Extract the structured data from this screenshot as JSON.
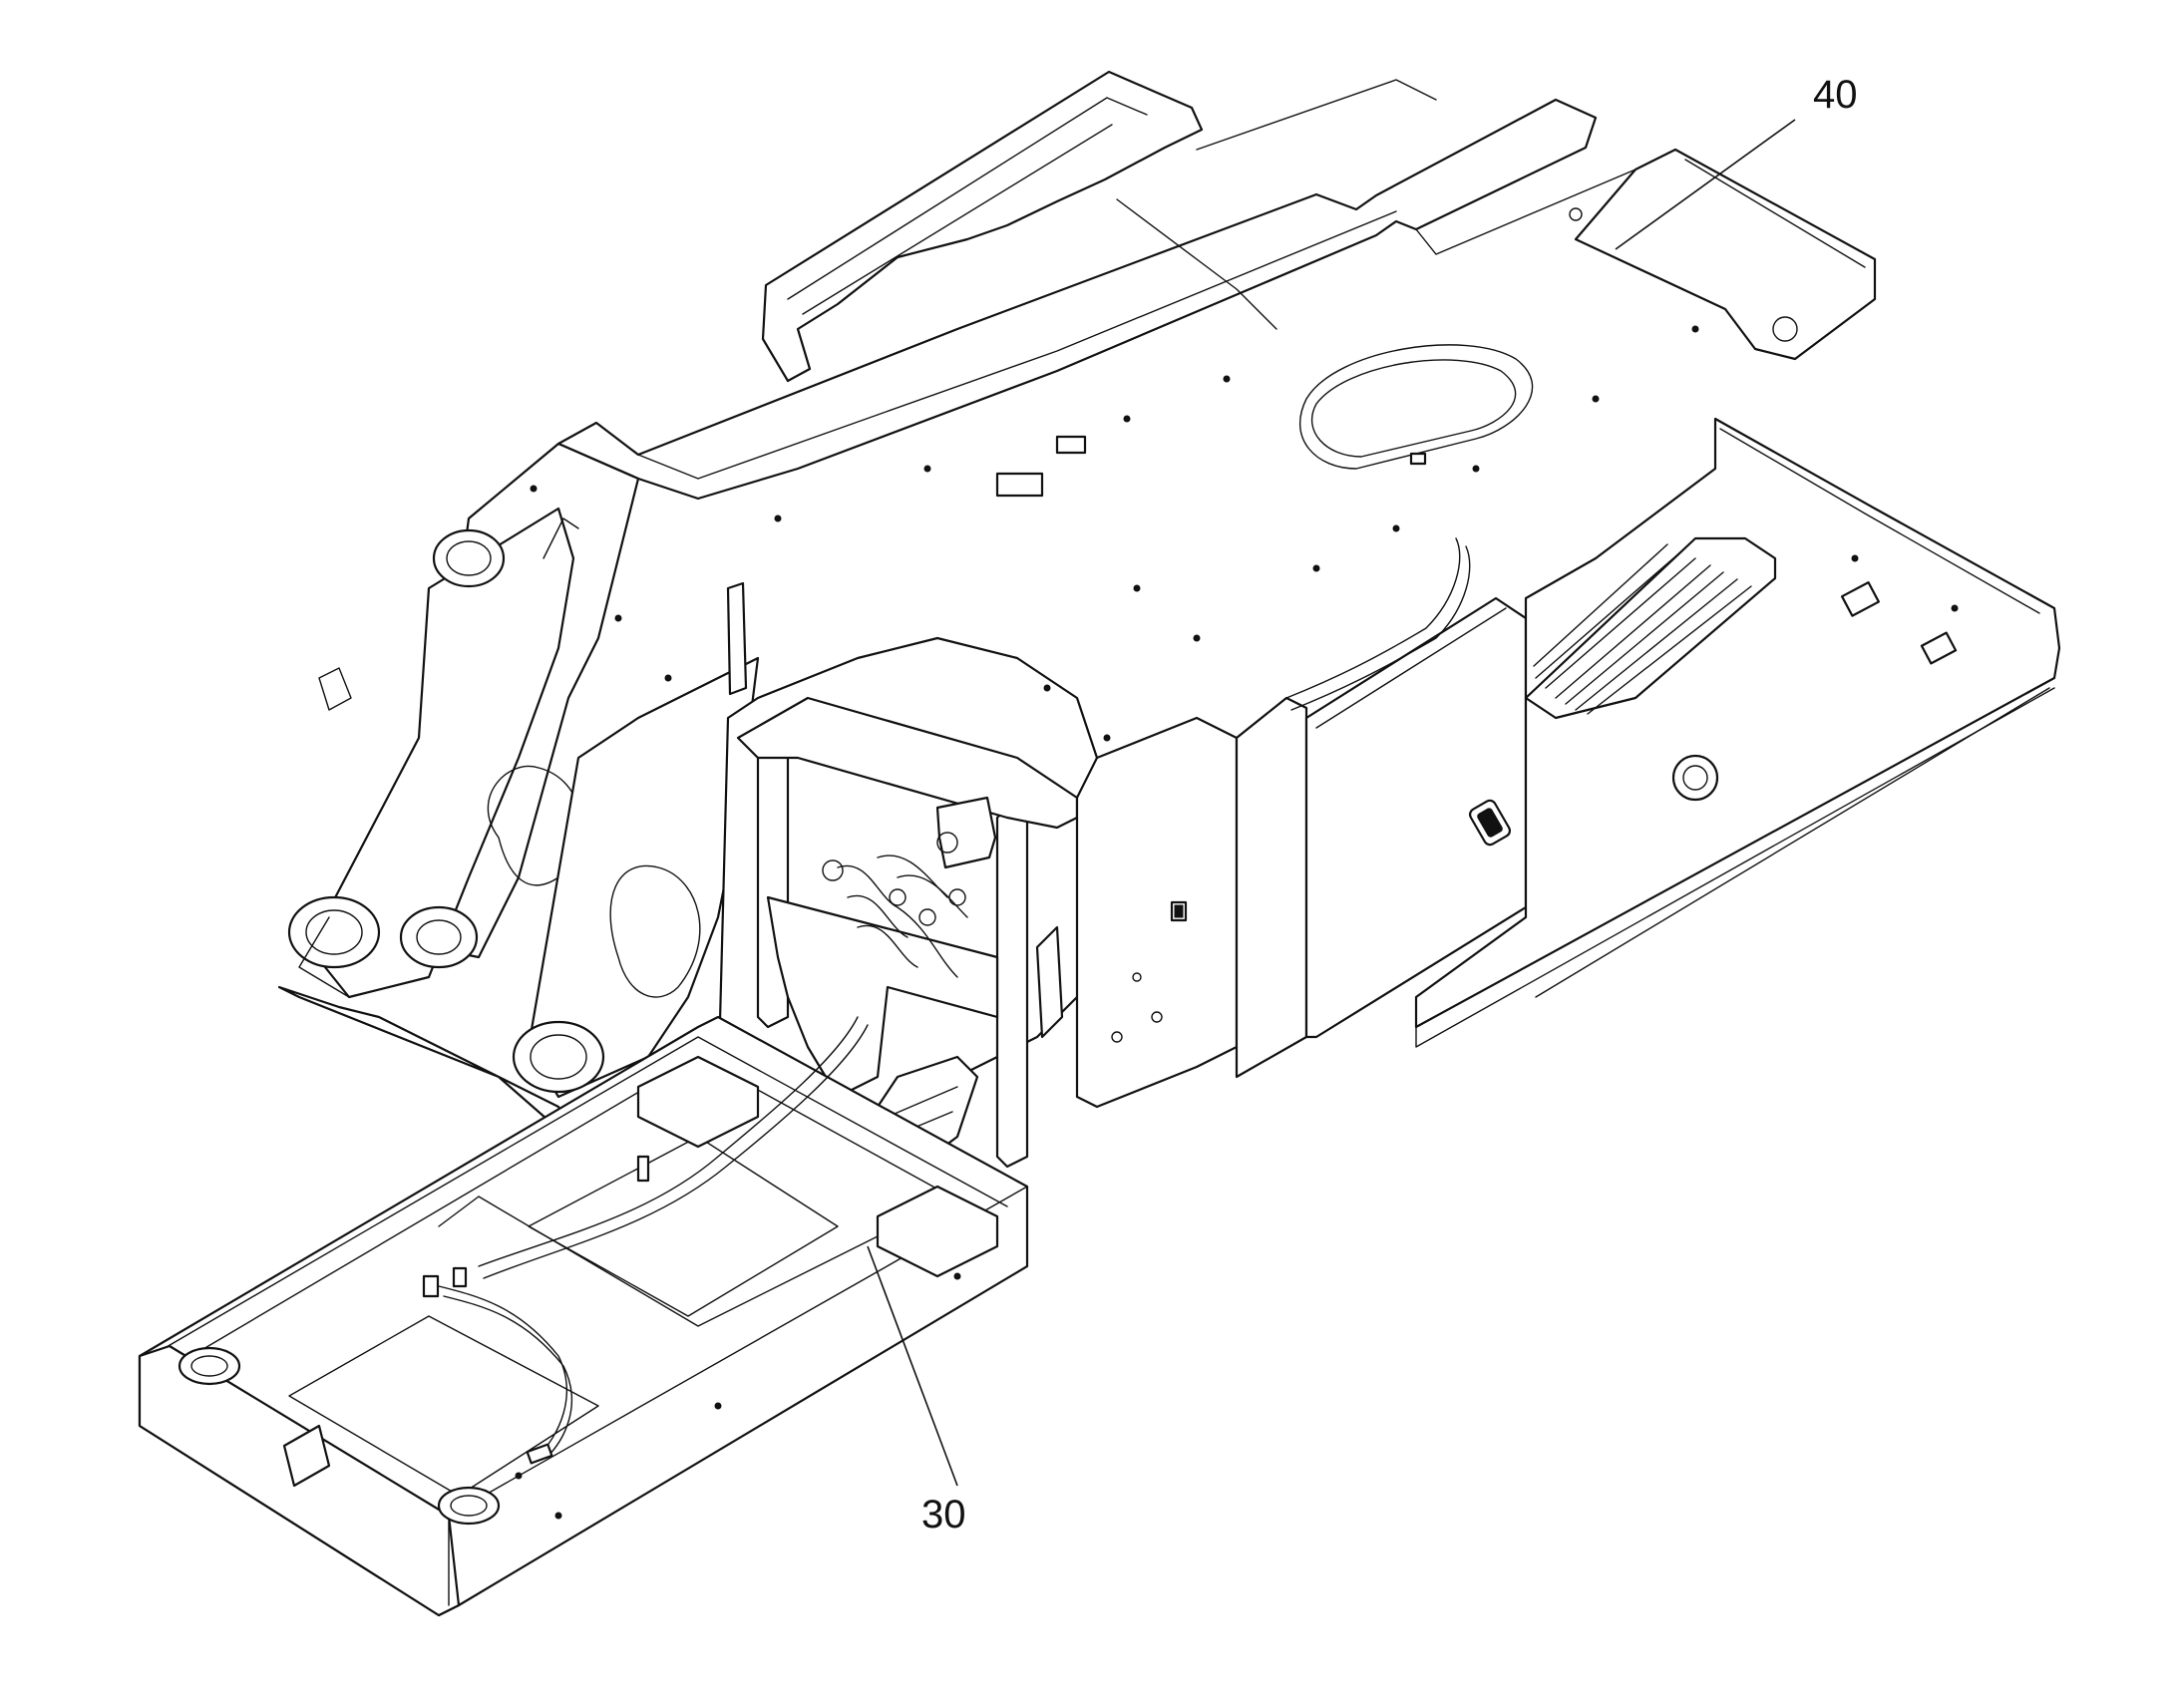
{
  "callouts": [
    {
      "id": "40",
      "label": "40"
    },
    {
      "id": "30",
      "label": "30"
    }
  ],
  "colors": {
    "line": "#111111",
    "background": "#ffffff"
  }
}
